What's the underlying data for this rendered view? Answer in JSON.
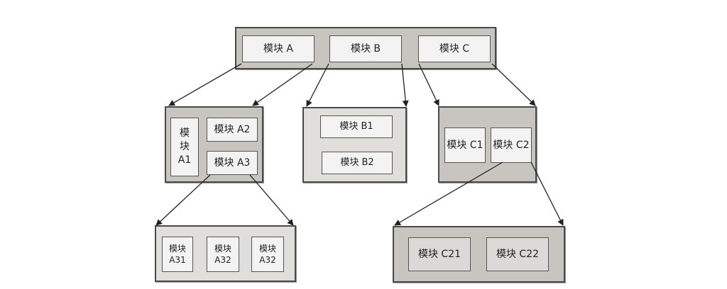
{
  "modules": {
    "a": "模块 A",
    "b": "模块 B",
    "c": "模块 C",
    "a1": "模\n块\nA1",
    "a2": "模块 A2",
    "a3": "模块 A3",
    "b1": "模块 B1",
    "b2": "模块 B2",
    "c1": "模块 C1",
    "c2": "模块 C2",
    "a31": "模块\nA31",
    "a32_first": "模块\nA32",
    "a32_second": "模块\nA32",
    "c21": "模块 C21",
    "c22": "模块 C22"
  },
  "colors": {
    "panel": "#c8c5c1",
    "panel_light": "#e1dfdc",
    "module": "#f3f3f3",
    "border": "#4a4a4a"
  }
}
